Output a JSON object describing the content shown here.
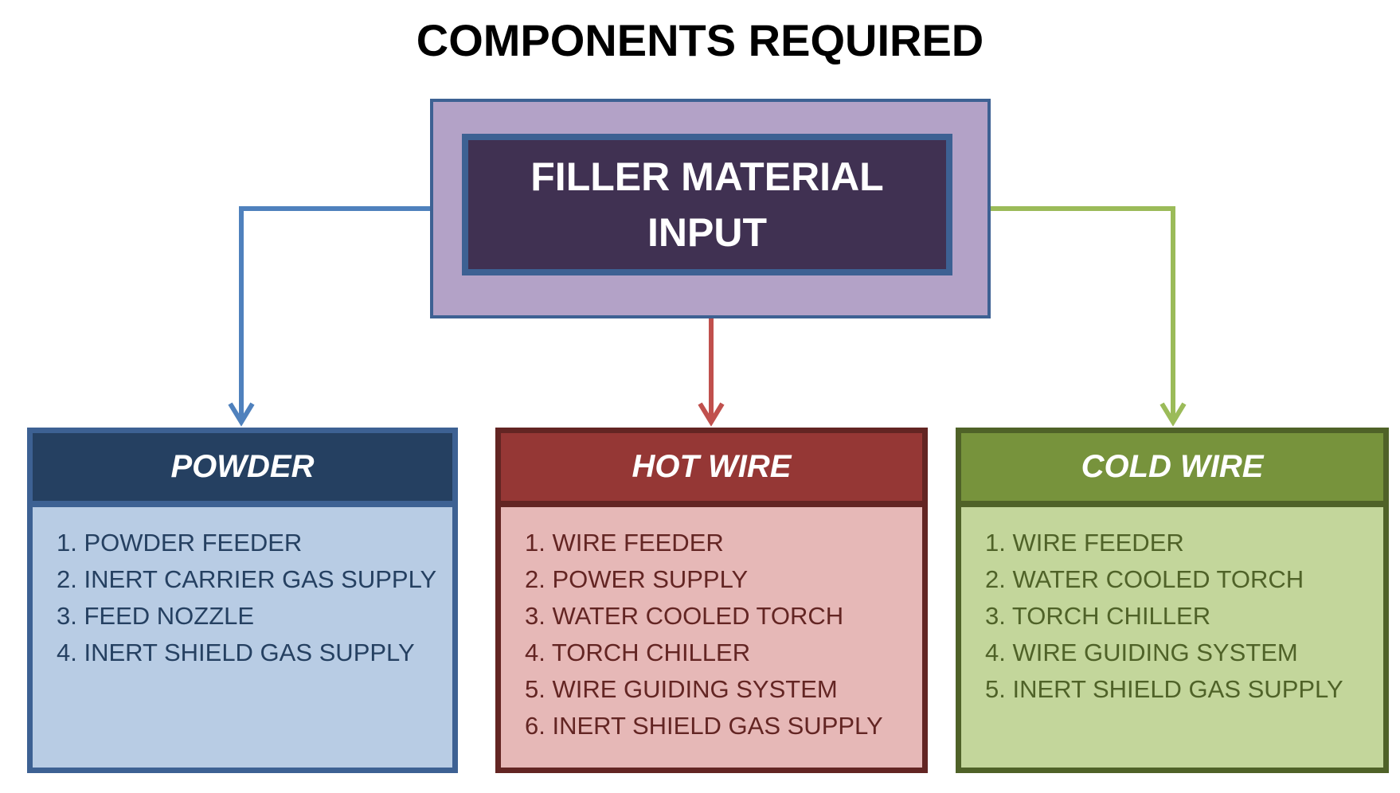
{
  "title": "COMPONENTS REQUIRED",
  "source": {
    "line1": "FILLER MATERIAL",
    "line2": "INPUT"
  },
  "colors": {
    "powder_connector": "#4f81bd",
    "hot_wire_connector": "#c0504d",
    "cold_wire_connector": "#9bbb59"
  },
  "categories": [
    {
      "name": "POWDER",
      "items": [
        "1. POWDER FEEDER",
        "2. INERT CARRIER GAS SUPPLY",
        "3. FEED NOZZLE",
        "4. INERT SHIELD GAS SUPPLY"
      ]
    },
    {
      "name": "HOT WIRE",
      "items": [
        "1. WIRE FEEDER",
        "2. POWER SUPPLY",
        "3. WATER COOLED TORCH",
        "4. TORCH CHILLER",
        "5. WIRE GUIDING SYSTEM",
        "6. INERT SHIELD GAS SUPPLY"
      ]
    },
    {
      "name": "COLD WIRE",
      "items": [
        "1. WIRE FEEDER",
        "2. WATER COOLED TORCH",
        "3. TORCH CHILLER",
        "4. WIRE GUIDING SYSTEM",
        "5. INERT SHIELD GAS SUPPLY"
      ]
    }
  ]
}
